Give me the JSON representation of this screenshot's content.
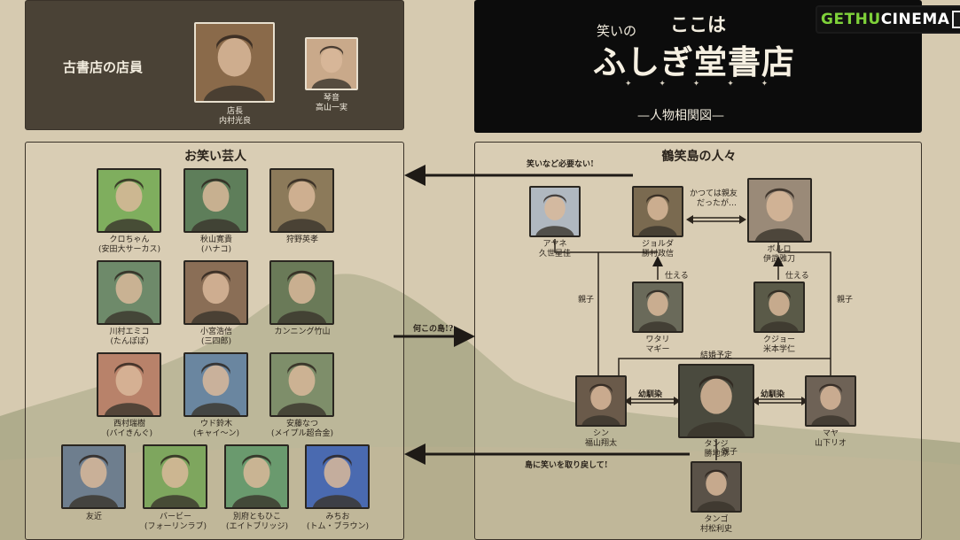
{
  "logo": {
    "part1": "GETHU",
    "part2": "CINEMA"
  },
  "show": {
    "small_line1": "笑いの",
    "small_line2": "ここは",
    "main_title": "ふしぎ堂書店",
    "subtitle": "—人物相関図—"
  },
  "bookstore": {
    "heading": "古書店の店員",
    "people": [
      {
        "role": "店長",
        "name": "内村光良",
        "tone": "#8a6a4a"
      },
      {
        "role": "琴音",
        "name": "高山一実",
        "tone": "#c9a98a"
      }
    ]
  },
  "comedians": {
    "heading": "お笑い芸人",
    "people": [
      {
        "line1": "クロちゃん",
        "line2": "(安田大サーカス)",
        "tone": "#7fae5e"
      },
      {
        "line1": "秋山寛貴",
        "line2": "(ハナコ)",
        "tone": "#5e7e5a"
      },
      {
        "line1": "狩野英孝",
        "line2": "",
        "tone": "#8c7a5a"
      },
      {
        "line1": "川村エミコ",
        "line2": "(たんぽぽ)",
        "tone": "#6e8a6a"
      },
      {
        "line1": "小宮浩信",
        "line2": "(三四郎)",
        "tone": "#8a6e56"
      },
      {
        "line1": "カンニング竹山",
        "line2": "",
        "tone": "#6a7a58"
      },
      {
        "line1": "西村瑞樹",
        "line2": "(バイきんぐ)",
        "tone": "#b8826a"
      },
      {
        "line1": "ウド鈴木",
        "line2": "(キャイ〜ン)",
        "tone": "#6a86a0"
      },
      {
        "line1": "安藤なつ",
        "line2": "(メイプル超合金)",
        "tone": "#7e8e6a"
      },
      {
        "line1": "友近",
        "line2": "",
        "tone": "#6e7e8e"
      },
      {
        "line1": "バービー",
        "line2": "(フォーリンラブ)",
        "tone": "#7ea65e"
      },
      {
        "line1": "別府ともひこ",
        "line2": "(エイトブリッジ)",
        "tone": "#6a9a6e"
      },
      {
        "line1": "みちお",
        "line2": "(トム・ブラウン)",
        "tone": "#4a6ab0"
      }
    ]
  },
  "islanders": {
    "heading": "鶴笑島の人々",
    "people": [
      {
        "role": "アヤネ",
        "name": "久世星佳",
        "tone": "#b0b8c0"
      },
      {
        "role": "ジョルダ",
        "name": "勝村政信",
        "tone": "#7a6a50"
      },
      {
        "role": "ボルロ",
        "name": "伊武雅刀",
        "tone": "#9a8a78"
      },
      {
        "role": "ワタリ",
        "name": "マギー",
        "tone": "#6a6a5a"
      },
      {
        "role": "クジョー",
        "name": "米本学仁",
        "tone": "#5a5a48"
      },
      {
        "role": "シン",
        "name": "福山翔太",
        "tone": "#6a5a4a"
      },
      {
        "role": "タンジ",
        "name": "勝地涼",
        "tone": "#4a4a3e"
      },
      {
        "role": "マヤ",
        "name": "山下リオ",
        "tone": "#6e6256"
      },
      {
        "role": "タンゴ",
        "name": "村松利史",
        "tone": "#5a5248"
      }
    ]
  },
  "relations": {
    "no_laughs": "笑いなど必要ない!",
    "what_island": "何この島!?",
    "bring_back": "島に笑いを取り戻して!",
    "former_friends_1": "かつては親友",
    "former_friends_2": "だったが…",
    "serves_1": "仕える",
    "serves_2": "仕える",
    "parent_1": "親子",
    "parent_2": "親子",
    "parent_3": "親子",
    "engaged": "結婚予定",
    "childhood_1": "幼馴染",
    "childhood_2": "幼馴染"
  }
}
